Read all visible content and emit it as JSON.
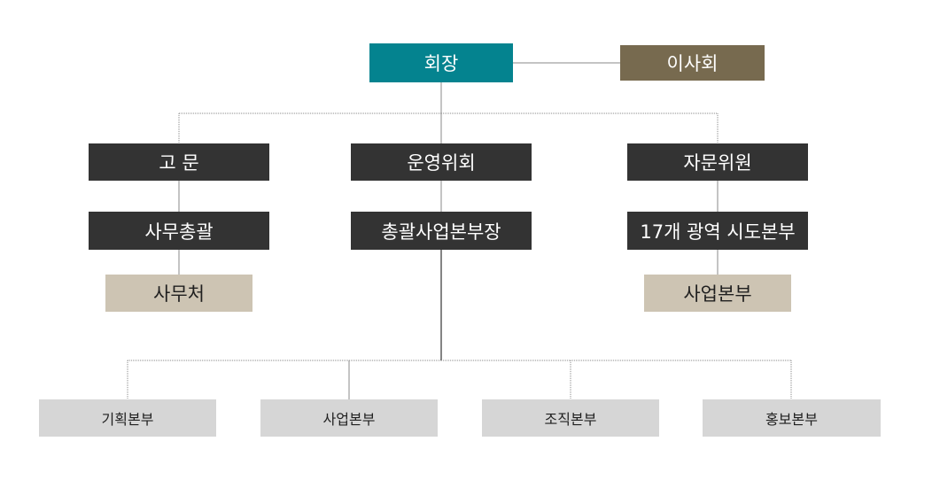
{
  "org_chart": {
    "chairman": "회장",
    "board": "이사회",
    "advisor": "고 문",
    "general_affairs": "사무총괄",
    "secretariat": "사무처",
    "steering_committee": "운영위회",
    "general_business_director": "총괄사업본부장",
    "advisory_committee": "자문위원",
    "regional_hq": "17개 광역 시도본부",
    "regional_business_hq": "사업본부",
    "divisions": [
      "기획본부",
      "사업본부",
      "조직본부",
      "홍보본부"
    ]
  },
  "colors": {
    "teal": "#04838f",
    "olive": "#776a4f",
    "dark": "#333333",
    "beige": "#cdc4b3",
    "grey": "#d6d6d6",
    "line": "#8a8a8a"
  }
}
